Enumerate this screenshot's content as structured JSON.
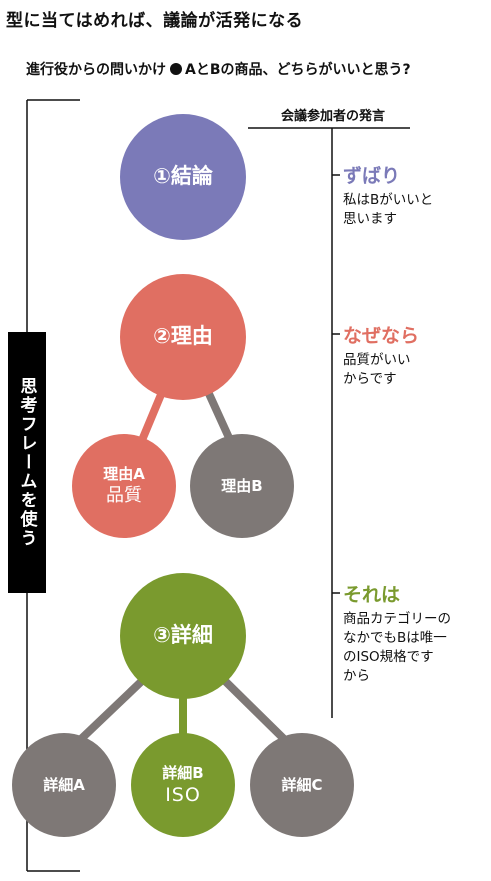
{
  "title": "型に当てはめれば、議論が活発になる",
  "question": {
    "prefix": "進行役からの問いかけ",
    "text": "AとBの商品、どちらがいいと思う?"
  },
  "frame_label": "思考フレームを使う",
  "participant_header": "会議参加者の発言",
  "nodes": {
    "conclusion": "①結論",
    "reason": "②理由",
    "reason_a": {
      "label": "理由A",
      "value": "品質"
    },
    "reason_b": {
      "label": "理由B"
    },
    "detail": "③詳細",
    "detail_a": {
      "label": "詳細A"
    },
    "detail_b": {
      "label": "詳細B",
      "value": "ISO"
    },
    "detail_c": {
      "label": "詳細C"
    }
  },
  "responses": [
    {
      "keyword": "ずばり",
      "text": "私はBがいいと\n思います"
    },
    {
      "keyword": "なぜなら",
      "text": "品質がいい\nからです"
    },
    {
      "keyword": "それは",
      "text": "商品カテゴリーの\nなかでもBは唯一\nのISO規格です\nから"
    }
  ],
  "colors": {
    "conclusion": "#7b7ab8",
    "reason": "#e06f62",
    "detail": "#7a9a2e",
    "gray": "#7e7876"
  }
}
